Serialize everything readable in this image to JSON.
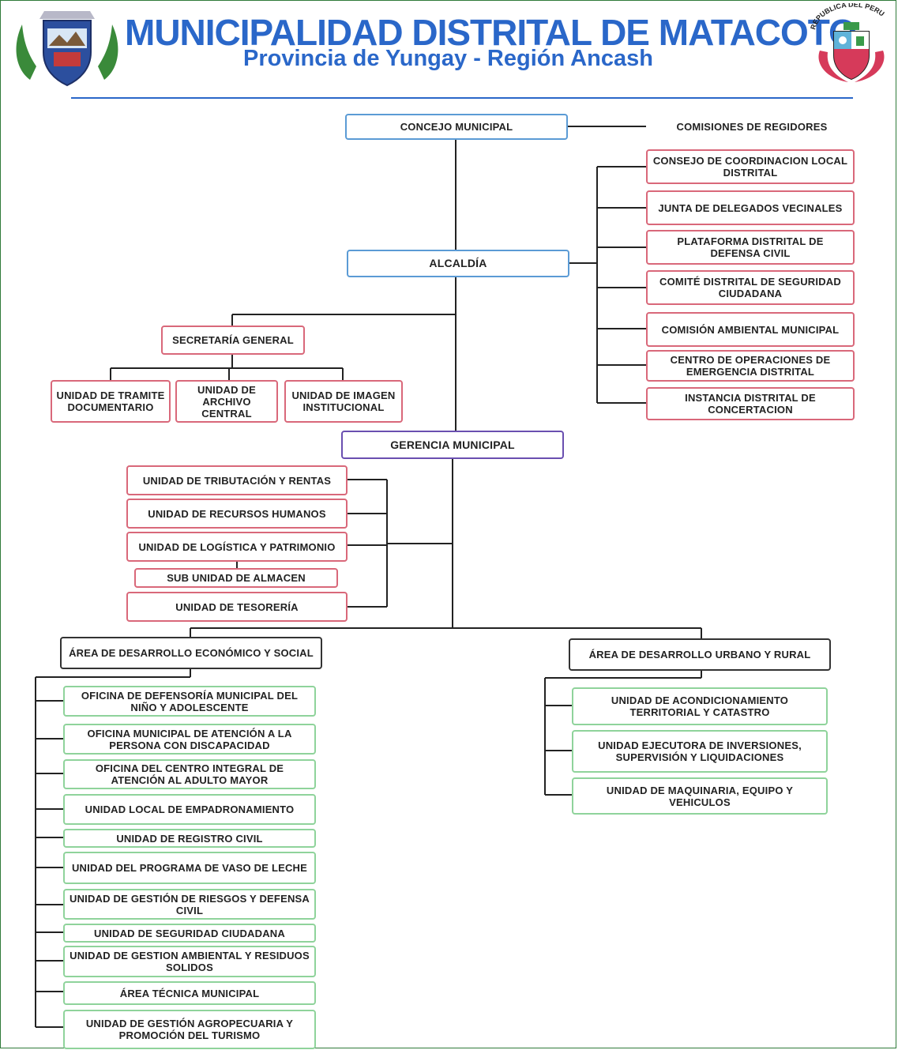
{
  "header": {
    "title": "MUNICIPALIDAD DISTRITAL DE MATACOTO",
    "subtitle": "Provincia de Yungay - Región Ancash",
    "seal_text": "REPUBLICA DEL PERU"
  },
  "colors": {
    "title": "#2a67c9",
    "border_top": "#5b9bd5",
    "border_alcaldia_units": "#d9687a",
    "border_area_units": "#8fd39b",
    "border_gerencia": "#6a4fb0",
    "lines": "#222222"
  },
  "nodes": {
    "concejo": "CONCEJO MUNICIPAL",
    "comisiones": "COMISIONES DE REGIDORES",
    "alcaldia": "ALCALDÍA",
    "consejo_coord": "CONSEJO DE COORDINACION LOCAL DISTRITAL",
    "junta": "JUNTA DE DELEGADOS VECINALES",
    "plataforma": "PLATAFORMA DISTRITAL DE DEFENSA CIVIL",
    "comite": "COMITÉ DISTRITAL DE SEGURIDAD CIUDADANA",
    "comision_amb": "COMISIÓN AMBIENTAL MUNICIPAL",
    "centro_op": "CENTRO DE OPERACIONES DE EMERGENCIA DISTRITAL",
    "instancia": "INSTANCIA DISTRITAL DE CONCERTACION",
    "secretaria": "SECRETARÍA GENERAL",
    "tramite": "UNIDAD DE TRAMITE DOCUMENTARIO",
    "archivo": "UNIDAD DE ARCHIVO CENTRAL",
    "imagen": "UNIDAD DE IMAGEN INSTITUCIONAL",
    "gerencia": "GERENCIA MUNICIPAL",
    "tributacion": "UNIDAD DE TRIBUTACIÓN Y RENTAS",
    "rrhh": "UNIDAD DE RECURSOS HUMANOS",
    "logistica": "UNIDAD DE LOGÍSTICA Y PATRIMONIO",
    "almacen": "SUB UNIDAD DE ALMACEN",
    "tesoreria": "UNIDAD DE TESORERÍA",
    "area_eco": "ÁREA DE DESARROLLO ECONÓMICO Y SOCIAL",
    "area_urb": "ÁREA DE DESARROLLO URBANO Y RURAL",
    "demuna": "OFICINA DE DEFENSORÍA MUNICIPAL DEL NIÑO Y ADOLESCENTE",
    "omaped": "OFICINA MUNICIPAL DE ATENCIÓN A LA PERSONA CON DISCAPACIDAD",
    "ciam": "OFICINA DEL CENTRO INTEGRAL DE ATENCIÓN AL ADULTO MAYOR",
    "empadronamiento": "UNIDAD LOCAL DE EMPADRONAMIENTO",
    "registro": "UNIDAD DE REGISTRO CIVIL",
    "vaso": "UNIDAD DEL PROGRAMA DE VASO DE LECHE",
    "riesgos": "UNIDAD DE GESTIÓN DE RIESGOS Y DEFENSA CIVIL",
    "seguridad": "UNIDAD DE SEGURIDAD CIUDADANA",
    "ambiental": "UNIDAD DE GESTION AMBIENTAL Y RESIDUOS SOLIDOS",
    "tecnica": "ÁREA TÉCNICA MUNICIPAL",
    "agro": "UNIDAD DE GESTIÓN AGROPECUARIA Y PROMOCIÓN DEL TURISMO",
    "acondicionamiento": "UNIDAD DE ACONDICIONAMIENTO TERRITORIAL Y CATASTRO",
    "ejecutora": "UNIDAD EJECUTORA DE INVERSIONES, SUPERVISIÓN Y LIQUIDACIONES",
    "maquinaria": "UNIDAD DE MAQUINARIA, EQUIPO Y VEHICULOS"
  }
}
